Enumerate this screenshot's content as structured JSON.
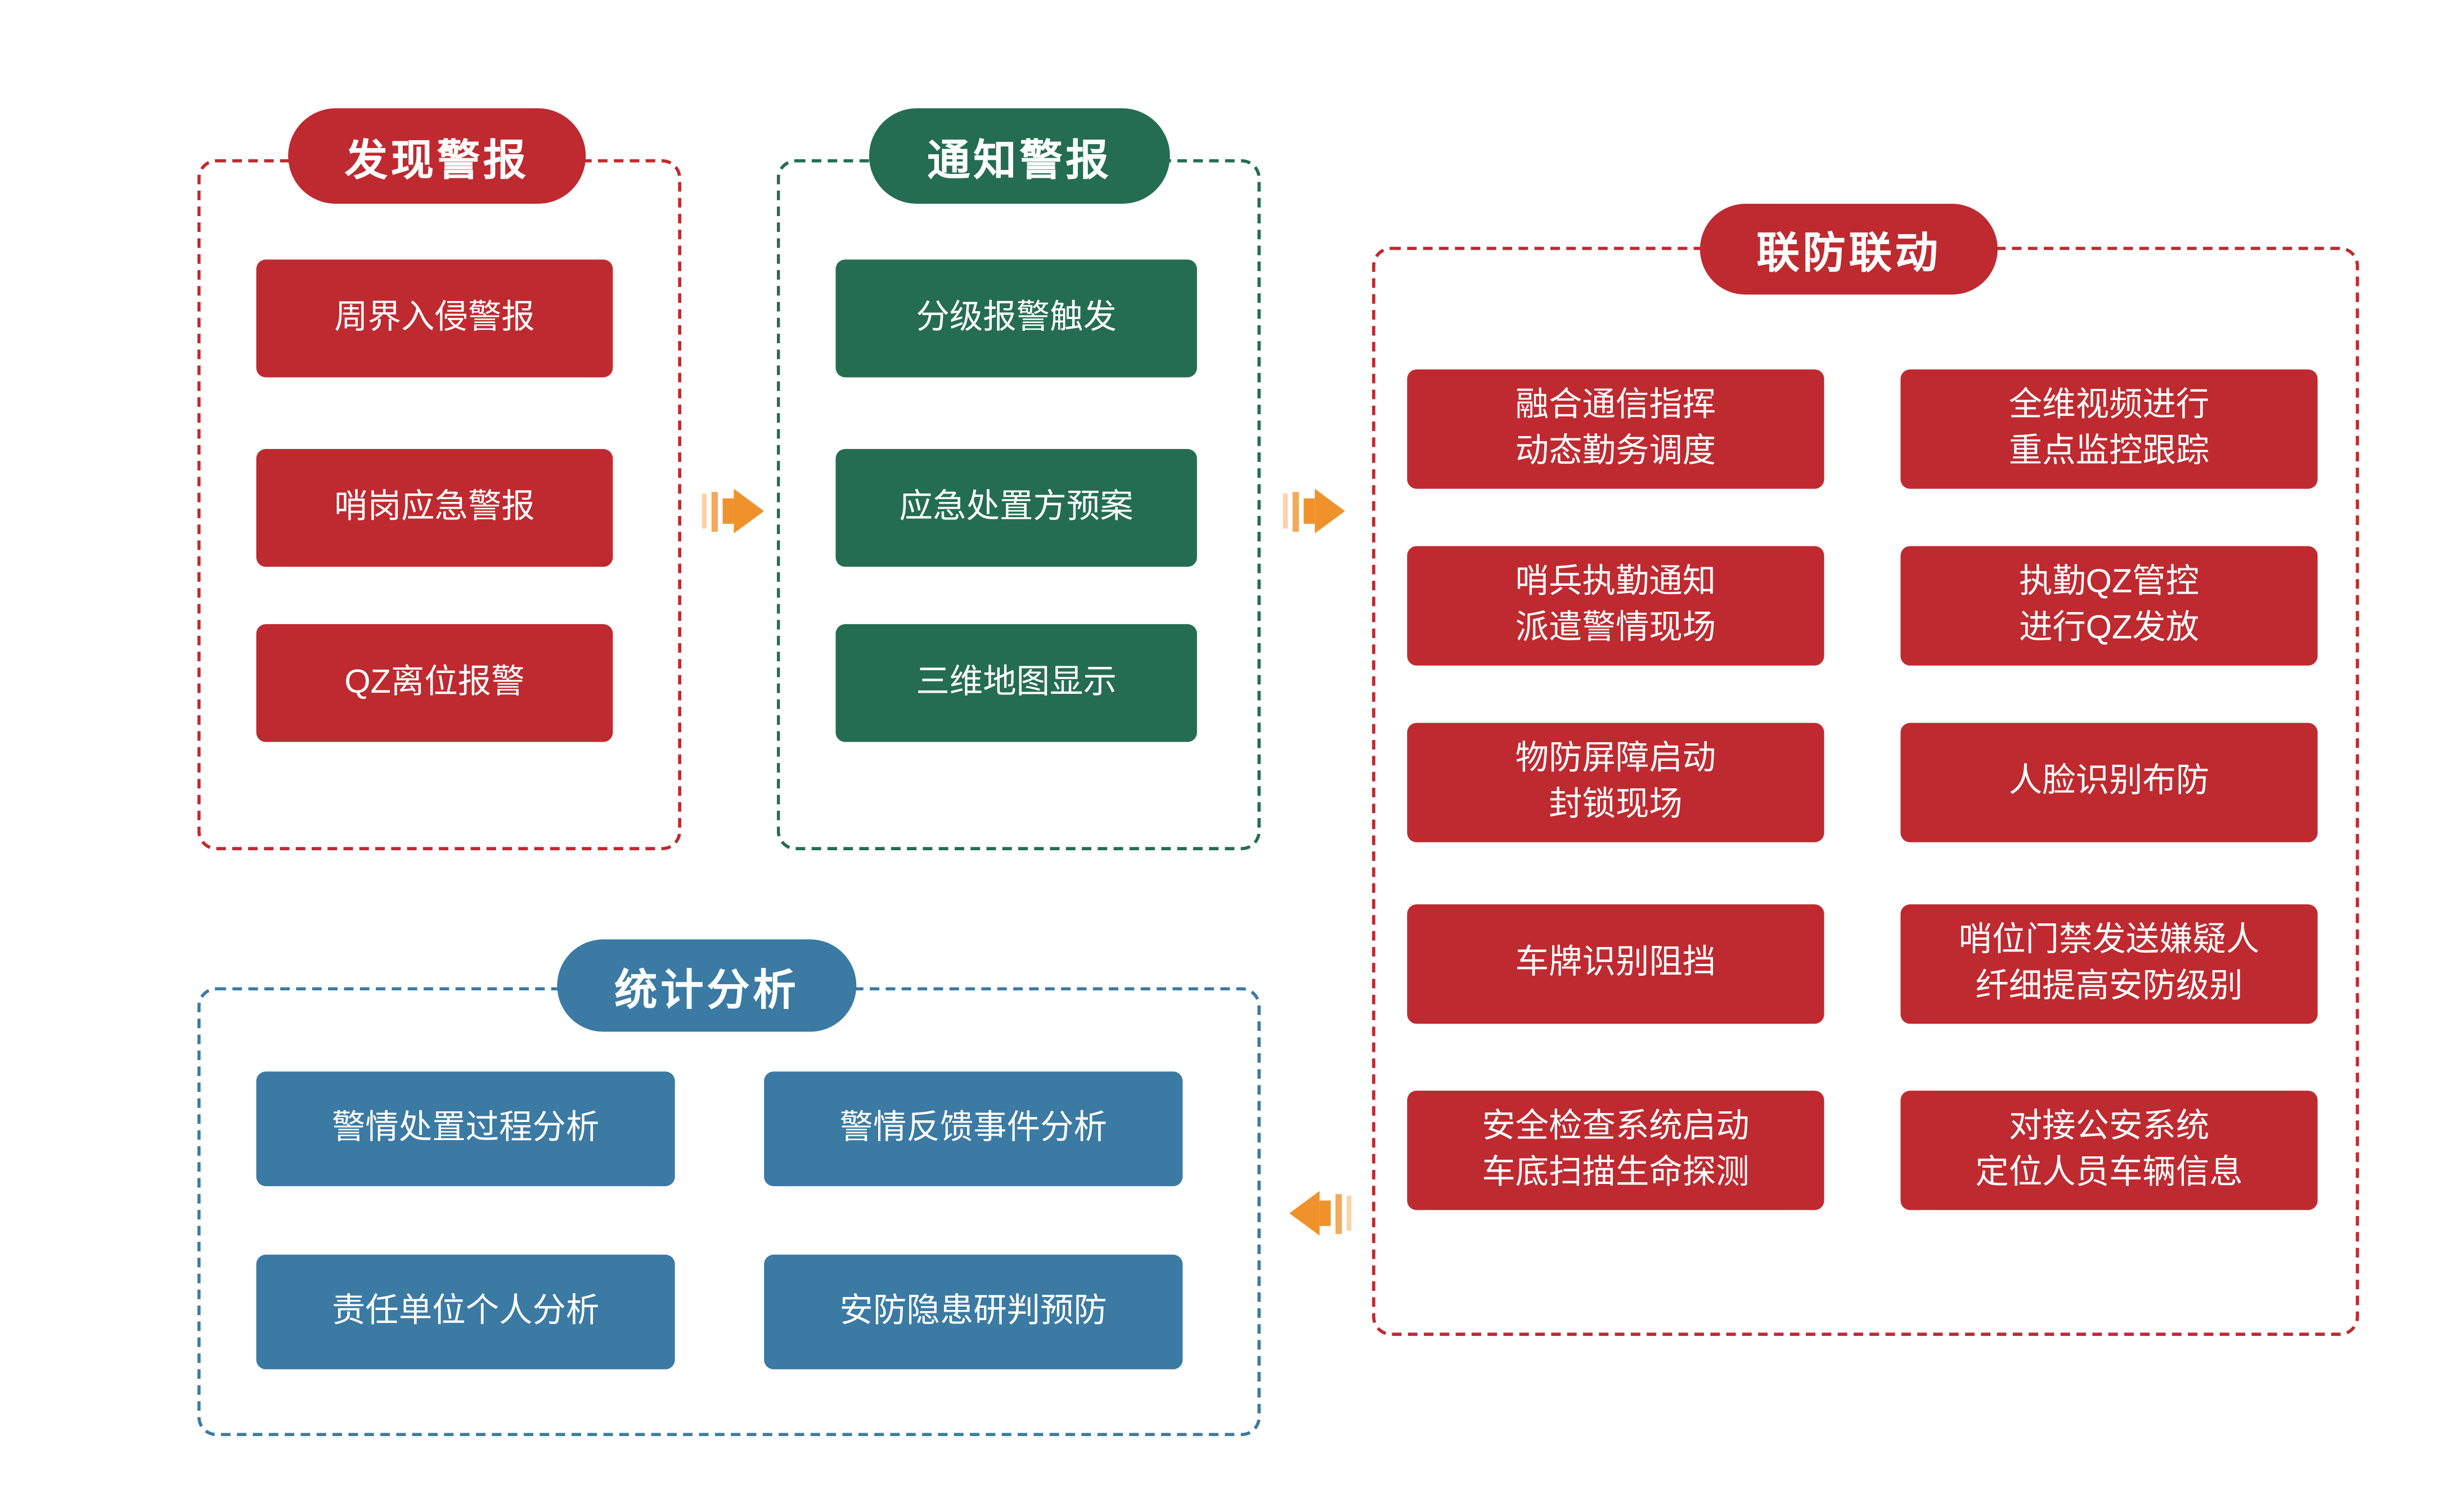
{
  "colors": {
    "red": "#be2a30",
    "green": "#256d52",
    "blue": "#3b7aa3",
    "orange": "#f0922c",
    "background": "#ffffff"
  },
  "sections": {
    "discover": {
      "title": "发现警报",
      "items": [
        "周界入侵警报",
        "哨岗应急警报",
        "QZ离位报警"
      ]
    },
    "notify": {
      "title": "通知警报",
      "items": [
        "分级报警触发",
        "应急处置方预案",
        "三维地图显示"
      ]
    },
    "joint": {
      "title": "联防联动",
      "items": [
        "融合通信指挥\n动态勤务调度",
        "全维视频进行\n重点监控跟踪",
        "哨兵执勤通知\n派遣警情现场",
        "执勤QZ管控\n进行QZ发放",
        "物防屏障启动\n封锁现场",
        "人脸识别布防",
        "车牌识别阻挡",
        "哨位门禁发送嫌疑人\n纤细提高安防级别",
        "安全检查系统启动\n车底扫描生命探测",
        "对接公安系统\n定位人员车辆信息"
      ]
    },
    "stats": {
      "title": "统计分析",
      "items": [
        "警情处置过程分析",
        "警情反馈事件分析",
        "责任单位个人分析",
        "安防隐患研判预防"
      ]
    }
  },
  "arrows": [
    {
      "name": "discover-to-notify",
      "direction": "right"
    },
    {
      "name": "notify-to-joint",
      "direction": "right"
    },
    {
      "name": "joint-to-stats",
      "direction": "left"
    }
  ]
}
